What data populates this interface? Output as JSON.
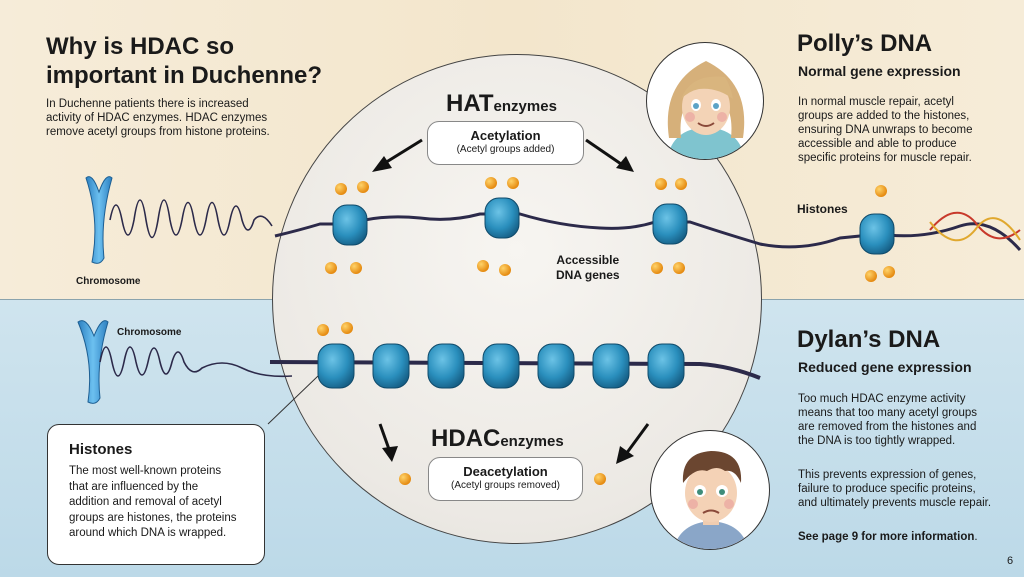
{
  "intro": {
    "title_line1": "Why is HDAC so",
    "title_line2": "important in Duchenne?",
    "body_lines": [
      "In Duchenne patients there is increased",
      "activity of HDAC enzymes. HDAC enzymes",
      "remove acetyl groups from histone proteins."
    ]
  },
  "polly": {
    "title": "Polly’s DNA",
    "subtitle": "Normal gene expression",
    "body_lines": [
      "In normal muscle repair, acetyl",
      "groups are added to the histones,",
      "ensuring DNA unwraps to become",
      "accessible and able to produce",
      "specific proteins for muscle repair."
    ]
  },
  "dylan": {
    "title": "Dylan’s DNA",
    "subtitle": "Reduced gene expression",
    "para1_lines": [
      "Too much HDAC enzyme activity",
      "means that too many acetyl groups",
      "are removed from the histones and",
      "the DNA is too tightly wrapped."
    ],
    "para2_lines": [
      "This prevents expression of genes,",
      "failure to produce specific proteins,",
      "and ultimately prevents muscle repair."
    ],
    "see_page_bold": "See page 9 for more information",
    "see_page_end": "."
  },
  "hat": {
    "enzyme_big": "HAT",
    "enzyme_small": "enzymes",
    "pill_title": "Acetylation",
    "pill_sub": "(Acetyl groups added)"
  },
  "hdac": {
    "enzyme_big": "HDAC",
    "enzyme_small": "enzymes",
    "pill_title": "Deacetylation",
    "pill_sub": "(Acetyl groups removed)"
  },
  "labels": {
    "chromosome_top": "Chromosome",
    "chromosome_bottom": "Chromosome",
    "histones_top": "Histones",
    "accessible_line1": "Accessible",
    "accessible_line2": "DNA genes"
  },
  "callout": {
    "title": "Histones",
    "body_lines": [
      "The most well-known proteins",
      "that are influenced by the",
      "addition and removal of acetyl",
      "groups are histones, the proteins",
      "around which DNA is wrapped."
    ]
  },
  "page_number": "6",
  "colors": {
    "top_bg": "#f3e6cc",
    "bottom_bg": "#c6dfeb",
    "histone_blue": "#2a8fbd",
    "acetyl_orange": "#f2a91c",
    "dna_strand": "#2c2a4a",
    "chromosome_blue": "#3f9bd8"
  },
  "icons": [
    "chromosome-icon",
    "histone-icon",
    "acetyl-group-icon",
    "arrow-icon",
    "dna-helix-icon",
    "girl-portrait-icon",
    "boy-portrait-icon"
  ]
}
